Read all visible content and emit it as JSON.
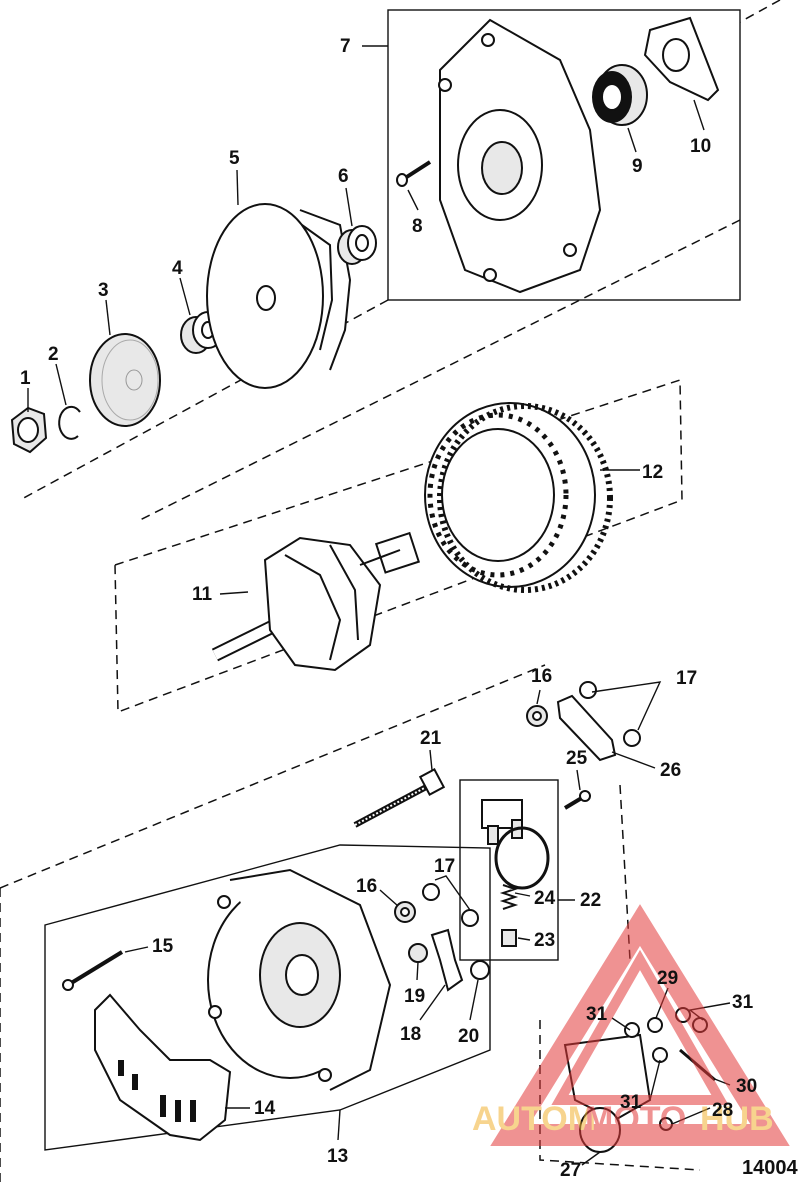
{
  "callouts": [
    "1",
    "2",
    "3",
    "4",
    "5",
    "6",
    "7",
    "8",
    "9",
    "10",
    "11",
    "12",
    "13",
    "14",
    "15",
    "16",
    "17",
    "18",
    "19",
    "20",
    "21",
    "22",
    "23",
    "24",
    "25",
    "26",
    "27",
    "28",
    "29",
    "30",
    "31"
  ],
  "figure_number": "14004",
  "watermark": {
    "text_left": "AUTOM",
    "text_mid": "MOTO",
    "text_right": "HUB",
    "accent_color": "#e23a3a",
    "text_color": "#f2b233"
  }
}
